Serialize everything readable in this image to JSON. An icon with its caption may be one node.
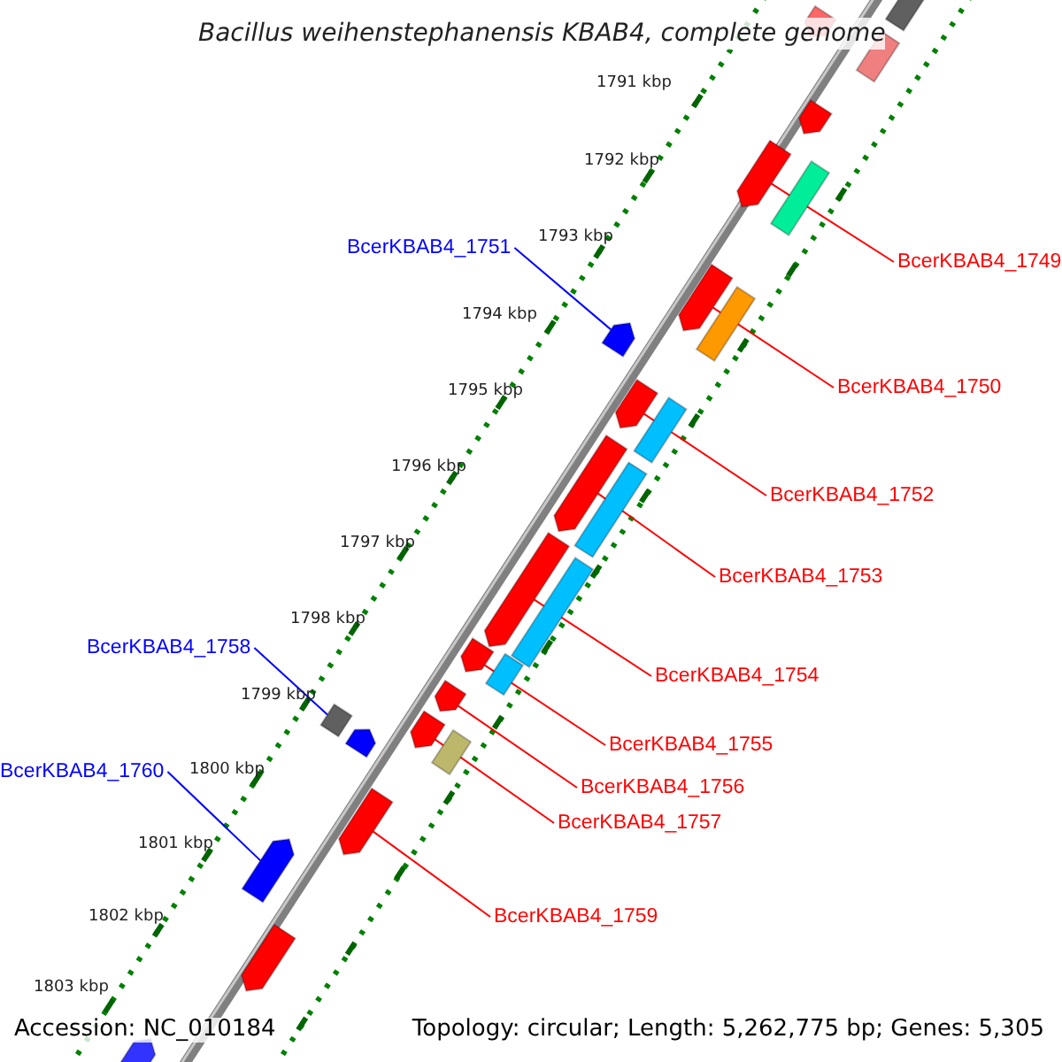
{
  "diagram": {
    "title": "Bacillus weihenstephanensis KBAB4, complete genome",
    "nodes": [
      {
        "text": [
          "BcerKBAB4_1751"
        ]
      },
      {
        "text": [
          "BcerKBAB4_1749"
        ]
      },
      {
        "text": [
          "BcerKBAB4_1750"
        ]
      },
      {
        "text": [
          "BcerKBAB4_1752"
        ]
      },
      {
        "text": [
          "BcerKBAB4_1753"
        ]
      },
      {
        "text": [
          "BcerKBAB4_1758"
        ]
      },
      {
        "text": [
          "BcerKBAB4_1754"
        ]
      },
      {
        "text": [
          "BcerKBAB4_1755"
        ]
      },
      {
        "text": [
          "BcerKBAB4_1760"
        ]
      },
      {
        "text": [
          "BcerKBAB4_1756"
        ]
      },
      {
        "text": [
          "BcerKBAB4_1757"
        ]
      },
      {
        "text": [
          "BcerKBAB4_1759"
        ]
      },
      {
        "text": [],
        "shape": "box"
      },
      {
        "text": [],
        "shape": "pentagon"
      },
      {
        "text": [],
        "shape": "box"
      },
      {
        "text": [],
        "shape": "pentagon"
      },
      {
        "text": [],
        "shape": "pentagon"
      },
      {
        "text": [],
        "shape": "box"
      },
      {
        "text": [],
        "shape": "pentagon"
      },
      {
        "text": [],
        "shape": "box"
      },
      {
        "text": [],
        "shape": "pentagon"
      },
      {
        "text": [],
        "shape": "pentagon"
      },
      {
        "text": [],
        "shape": "box"
      },
      {
        "text": [],
        "shape": "pentagon"
      },
      {
        "text": [],
        "shape": "box"
      },
      {
        "text": [],
        "shape": "pentagon"
      },
      {
        "text": [],
        "shape": "box"
      },
      {
        "text": [],
        "shape": "pentagon"
      },
      {
        "text": [],
        "shape": "box"
      },
      {
        "text": [],
        "shape": "pentagon"
      },
      {
        "text": [],
        "shape": "box"
      },
      {
        "text": [],
        "shape": "pentagon"
      },
      {
        "text": [],
        "shape": "pentagon"
      },
      {
        "text": [],
        "shape": "box"
      },
      {
        "text": [],
        "shape": "pentagon"
      },
      {
        "text": [],
        "shape": "pentagon"
      },
      {
        "text": [],
        "shape": "pentagon"
      },
      {
        "text": [],
        "shape": "pentagon"
      }
    ],
    "edges": [
      {
        "from": 0,
        "to": 20,
        "arrow": "none",
        "color": "#0000ff"
      },
      {
        "from": 1,
        "to": 16,
        "arrow": "none"
      },
      {
        "from": 2,
        "to": 18,
        "arrow": "none"
      },
      {
        "from": 3,
        "to": 21,
        "arrow": "none"
      },
      {
        "from": 4,
        "to": 23,
        "arrow": "none"
      },
      {
        "from": 5,
        "to": 30,
        "arrow": "none",
        "color": "#0000ff"
      },
      {
        "from": 6,
        "to": 25,
        "arrow": "none"
      },
      {
        "from": 7,
        "to": 27,
        "arrow": "none"
      },
      {
        "from": 8,
        "to": 35,
        "arrow": "none",
        "color": "#0000ff"
      },
      {
        "from": 9,
        "to": 29,
        "arrow": "none"
      },
      {
        "from": 10,
        "to": 31,
        "arrow": "none"
      },
      {
        "from": 11,
        "to": 34,
        "arrow": "none"
      }
    ],
    "labels": [
      "1791 kbp",
      "1792 kbp",
      "1793 kbp",
      "1794 kbp",
      "1795 kbp",
      "1796 kbp",
      "1797 kbp",
      "1798 kbp",
      "1799 kbp",
      "1800 kbp",
      "1801 kbp",
      "1802 kbp",
      "1803 kbp",
      "Accession: NC_010184",
      "Topology: circular; Length: 5,262,775 bp; Genes: 5,305"
    ]
  }
}
